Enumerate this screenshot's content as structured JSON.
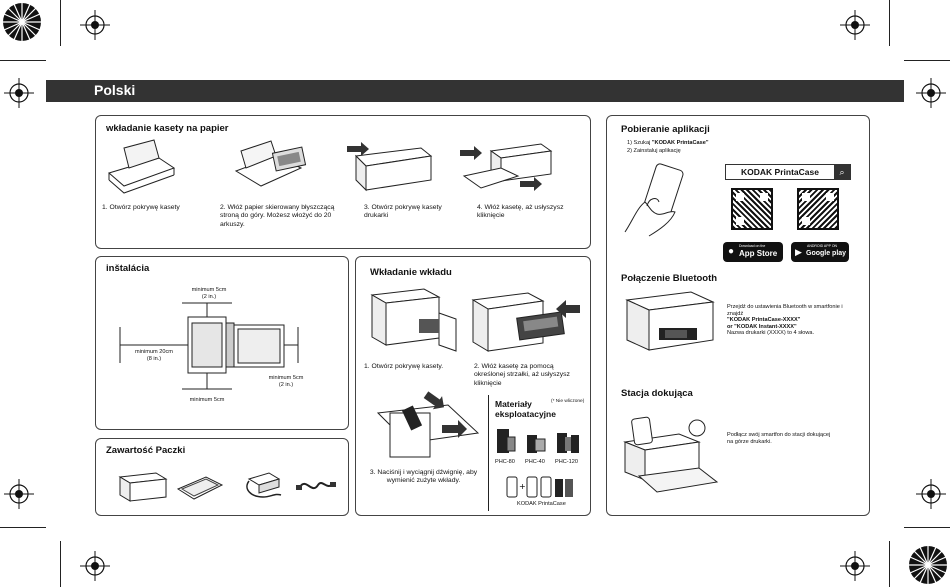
{
  "header": {
    "language": "Polski"
  },
  "load_paper": {
    "title": "wkładanie kasety na papier",
    "steps": [
      "1. Otwórz pokrywę kasety",
      "2. Włóż papier skierowany błyszczącą stroną do góry. Możesz włożyć do 20 arkuszy.",
      "3. Otwórz pokrywę kasety drukarki",
      "4. Włóż kasetę, aż usłyszysz kliknięcie"
    ]
  },
  "installation": {
    "title": "inštalácia",
    "top_dim": "minimum 5cm\n(2 in.)",
    "left_dim": "minimum 20cm\n(8 in.)",
    "right_dim": "minimum 5cm\n(2 in.)",
    "bottom_dim": "minimum 5cm"
  },
  "package": {
    "title": "Zawartość Paczki"
  },
  "cartridge": {
    "title": "Wkładanie wkładu",
    "steps": [
      "1. Otwórz pokrywę kasety.",
      "2. Włóż kasetę za pomocą określonej strzałki, aż usłyszysz kliknięcie",
      "3. Naciśnij i wyciągnij dźwignię, aby wymienić zużyte wkłady."
    ],
    "supplies_title": "Materiały eksploatacyjne",
    "supplies_note": "(* Nie wliczone)",
    "supplies": [
      "PHC-80",
      "PHC-40",
      "PHC-120"
    ],
    "case_label": "KODAK PrintaCase"
  },
  "app": {
    "title": "Pobieranie aplikacji",
    "step1_prefix": "1) Szukaj ",
    "step1_bold": "\"KODAK PrintaCase\"",
    "step2": "2) Zainstaluj aplikację",
    "search_text": "KODAK PrintaCase",
    "app_store": "App Store",
    "app_store_small": "Download on the",
    "google_play": "Google play",
    "google_play_small": "ANDROID APP ON"
  },
  "bluetooth": {
    "title": "Połączenie Bluetooth",
    "line1": "Przejdź do ustawienia Bluetooth w smartfonie i znajdź",
    "name1": "\"KODAK PrintaCase-XXXX\"",
    "name2": "or \"KODAK Instant-XXXX\"",
    "line2": "Nazwa drukarki (XXXX) to 4 słowa."
  },
  "dock": {
    "title": "Stacja dokująca",
    "text": "Podłącz swój smartfon do stacji dokującej na górze drukarki."
  }
}
